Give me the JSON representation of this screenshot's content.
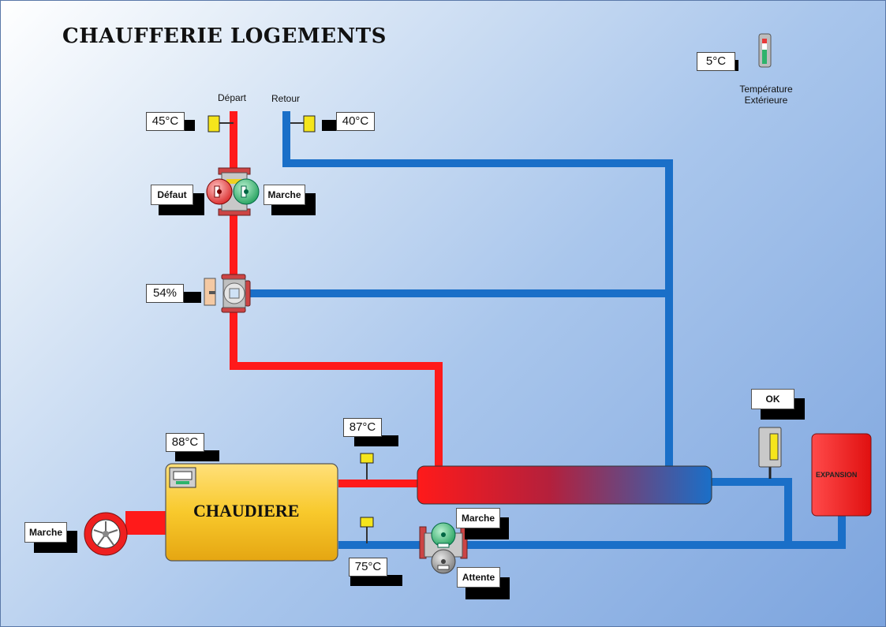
{
  "title": "CHAUFFERIE LOGEMENTS",
  "colors": {
    "hot": "#ff1a1a",
    "cold": "#1a6fc8",
    "boiler": "#f8c92c",
    "pump_on": "#2db36b",
    "pump_fault": "#e83a3a",
    "pump_standby": "#8a8a8a"
  },
  "outdoor": {
    "temp": "5°C",
    "label_line1": "Température",
    "label_line2": "Extérieure"
  },
  "circuit": {
    "depart_label": "Départ",
    "retour_label": "Retour",
    "depart_temp": "45°C",
    "retour_temp": "40°C",
    "pump_fault_label": "Défaut",
    "pump_run_label": "Marche",
    "valve_opening": "54%"
  },
  "boiler": {
    "label": "CHAUDIERE",
    "temp": "88°C",
    "burner_status": "Marche",
    "supply_temp": "87°C",
    "return_temp": "75°C",
    "pump_run_label": "Marche",
    "pump_standby_label": "Attente"
  },
  "expansion": {
    "label": "EXPANSION",
    "pressure_status": "OK"
  }
}
